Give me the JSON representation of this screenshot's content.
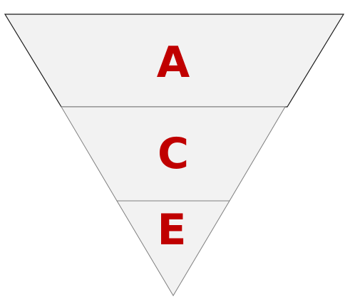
{
  "diagram": {
    "tiers": [
      {
        "label": "A"
      },
      {
        "label": "C"
      },
      {
        "label": "E"
      }
    ],
    "colors": {
      "fill": "#f2f2f2",
      "stroke": "#7f7f7f",
      "outer_stroke": "#1a1a1a",
      "label": "#c00000"
    }
  }
}
